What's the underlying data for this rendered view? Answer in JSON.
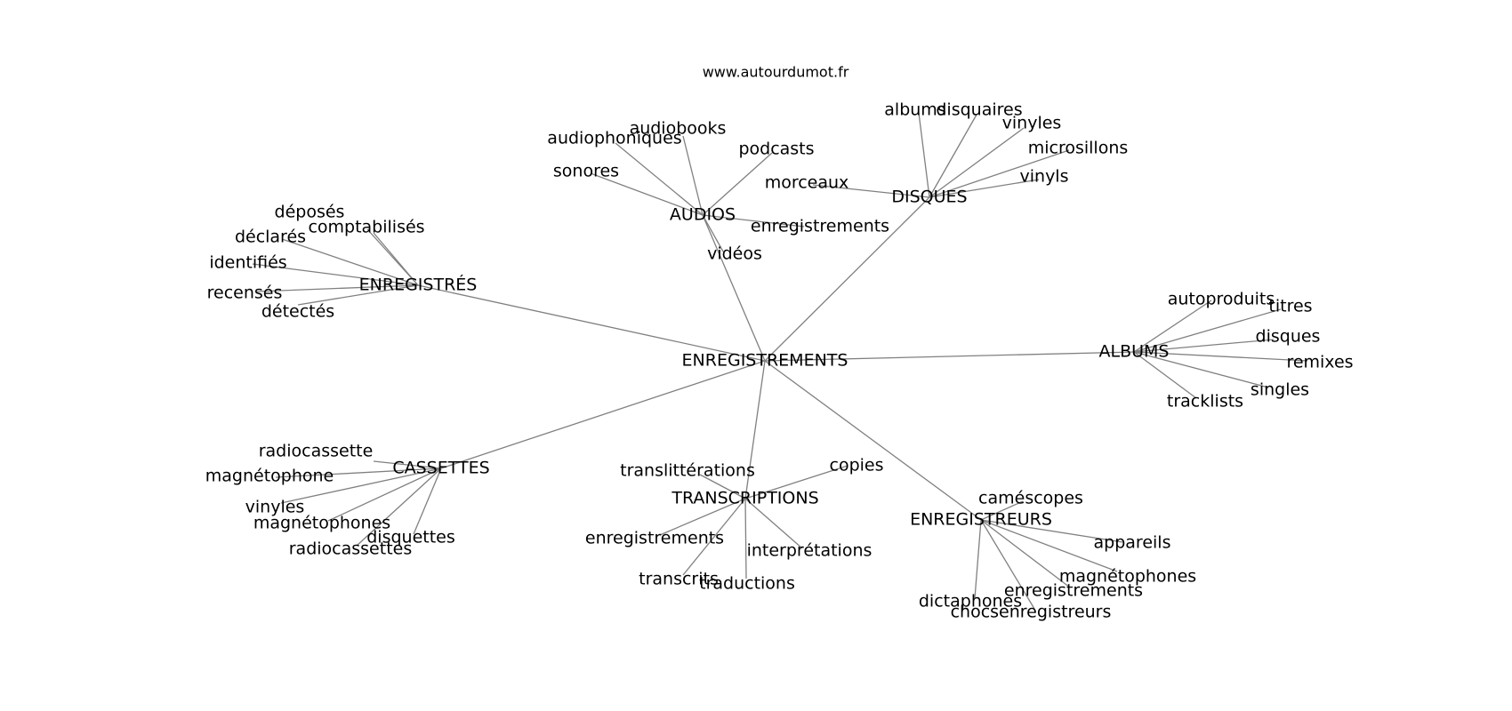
{
  "source": "www.autourdumot.fr",
  "center": "ENREGISTREMENTS",
  "groups": [
    {
      "label": "ENREGISTRÉS",
      "children": [
        "déposés",
        "déclarés",
        "comptabilisés",
        "identifiés",
        "recensés",
        "détectés"
      ]
    },
    {
      "label": "AUDIOS",
      "children": [
        "audiophoniques",
        "audiobooks",
        "podcasts",
        "sonores",
        "enregistrements",
        "vidéos"
      ]
    },
    {
      "label": "DISQUES",
      "children": [
        "albums",
        "disquaires",
        "vinyles",
        "microsillons",
        "morceaux",
        "vinyls"
      ]
    },
    {
      "label": "ALBUMS",
      "children": [
        "autoproduits",
        "titres",
        "disques",
        "remixes",
        "singles",
        "tracklists"
      ]
    },
    {
      "label": "CASSETTES",
      "children": [
        "radiocassette",
        "magnétophone",
        "vinyles",
        "magnétophones",
        "disquettes",
        "radiocassettes"
      ]
    },
    {
      "label": "TRANSCRIPTIONS",
      "children": [
        "translittérations",
        "copies",
        "enregistrements",
        "interprétations",
        "transcrits",
        "traductions"
      ]
    },
    {
      "label": "ENREGISTREURS",
      "children": [
        "caméscopes",
        "appareils",
        "magnétophones",
        "enregistrements",
        "dictaphones",
        "chocsenregistreurs"
      ]
    }
  ]
}
